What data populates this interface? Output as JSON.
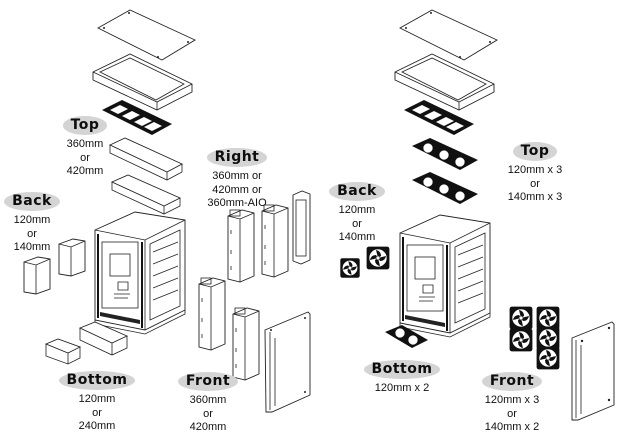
{
  "left_config": {
    "title": "radiator-support",
    "positions": [
      {
        "key": "top",
        "label": "Top",
        "specs": [
          "360mm",
          "or",
          "420mm"
        ]
      },
      {
        "key": "right",
        "label": "Right",
        "specs": [
          "360mm or",
          "420mm or",
          "360mm-AIO"
        ]
      },
      {
        "key": "back",
        "label": "Back",
        "specs": [
          "120mm",
          "or",
          "140mm"
        ]
      },
      {
        "key": "bottom",
        "label": "Bottom",
        "specs": [
          "120mm",
          "or",
          "240mm"
        ]
      },
      {
        "key": "front",
        "label": "Front",
        "specs": [
          "360mm",
          "or",
          "420mm"
        ]
      }
    ]
  },
  "right_config": {
    "title": "fan-support",
    "positions": [
      {
        "key": "back",
        "label": "Back",
        "specs": [
          "120mm",
          "or",
          "140mm"
        ]
      },
      {
        "key": "top",
        "label": "Top",
        "specs": [
          "120mm x 3",
          "or",
          "140mm x 3"
        ]
      },
      {
        "key": "bottom",
        "label": "Bottom",
        "specs": [
          "120mm x 2"
        ]
      },
      {
        "key": "front",
        "label": "Front",
        "specs": [
          "120mm x 3",
          "or",
          "140mm x 2"
        ]
      }
    ]
  },
  "colors": {
    "label_pill": "#d4d4d4",
    "line_art": "#222222",
    "background": "#ffffff"
  }
}
